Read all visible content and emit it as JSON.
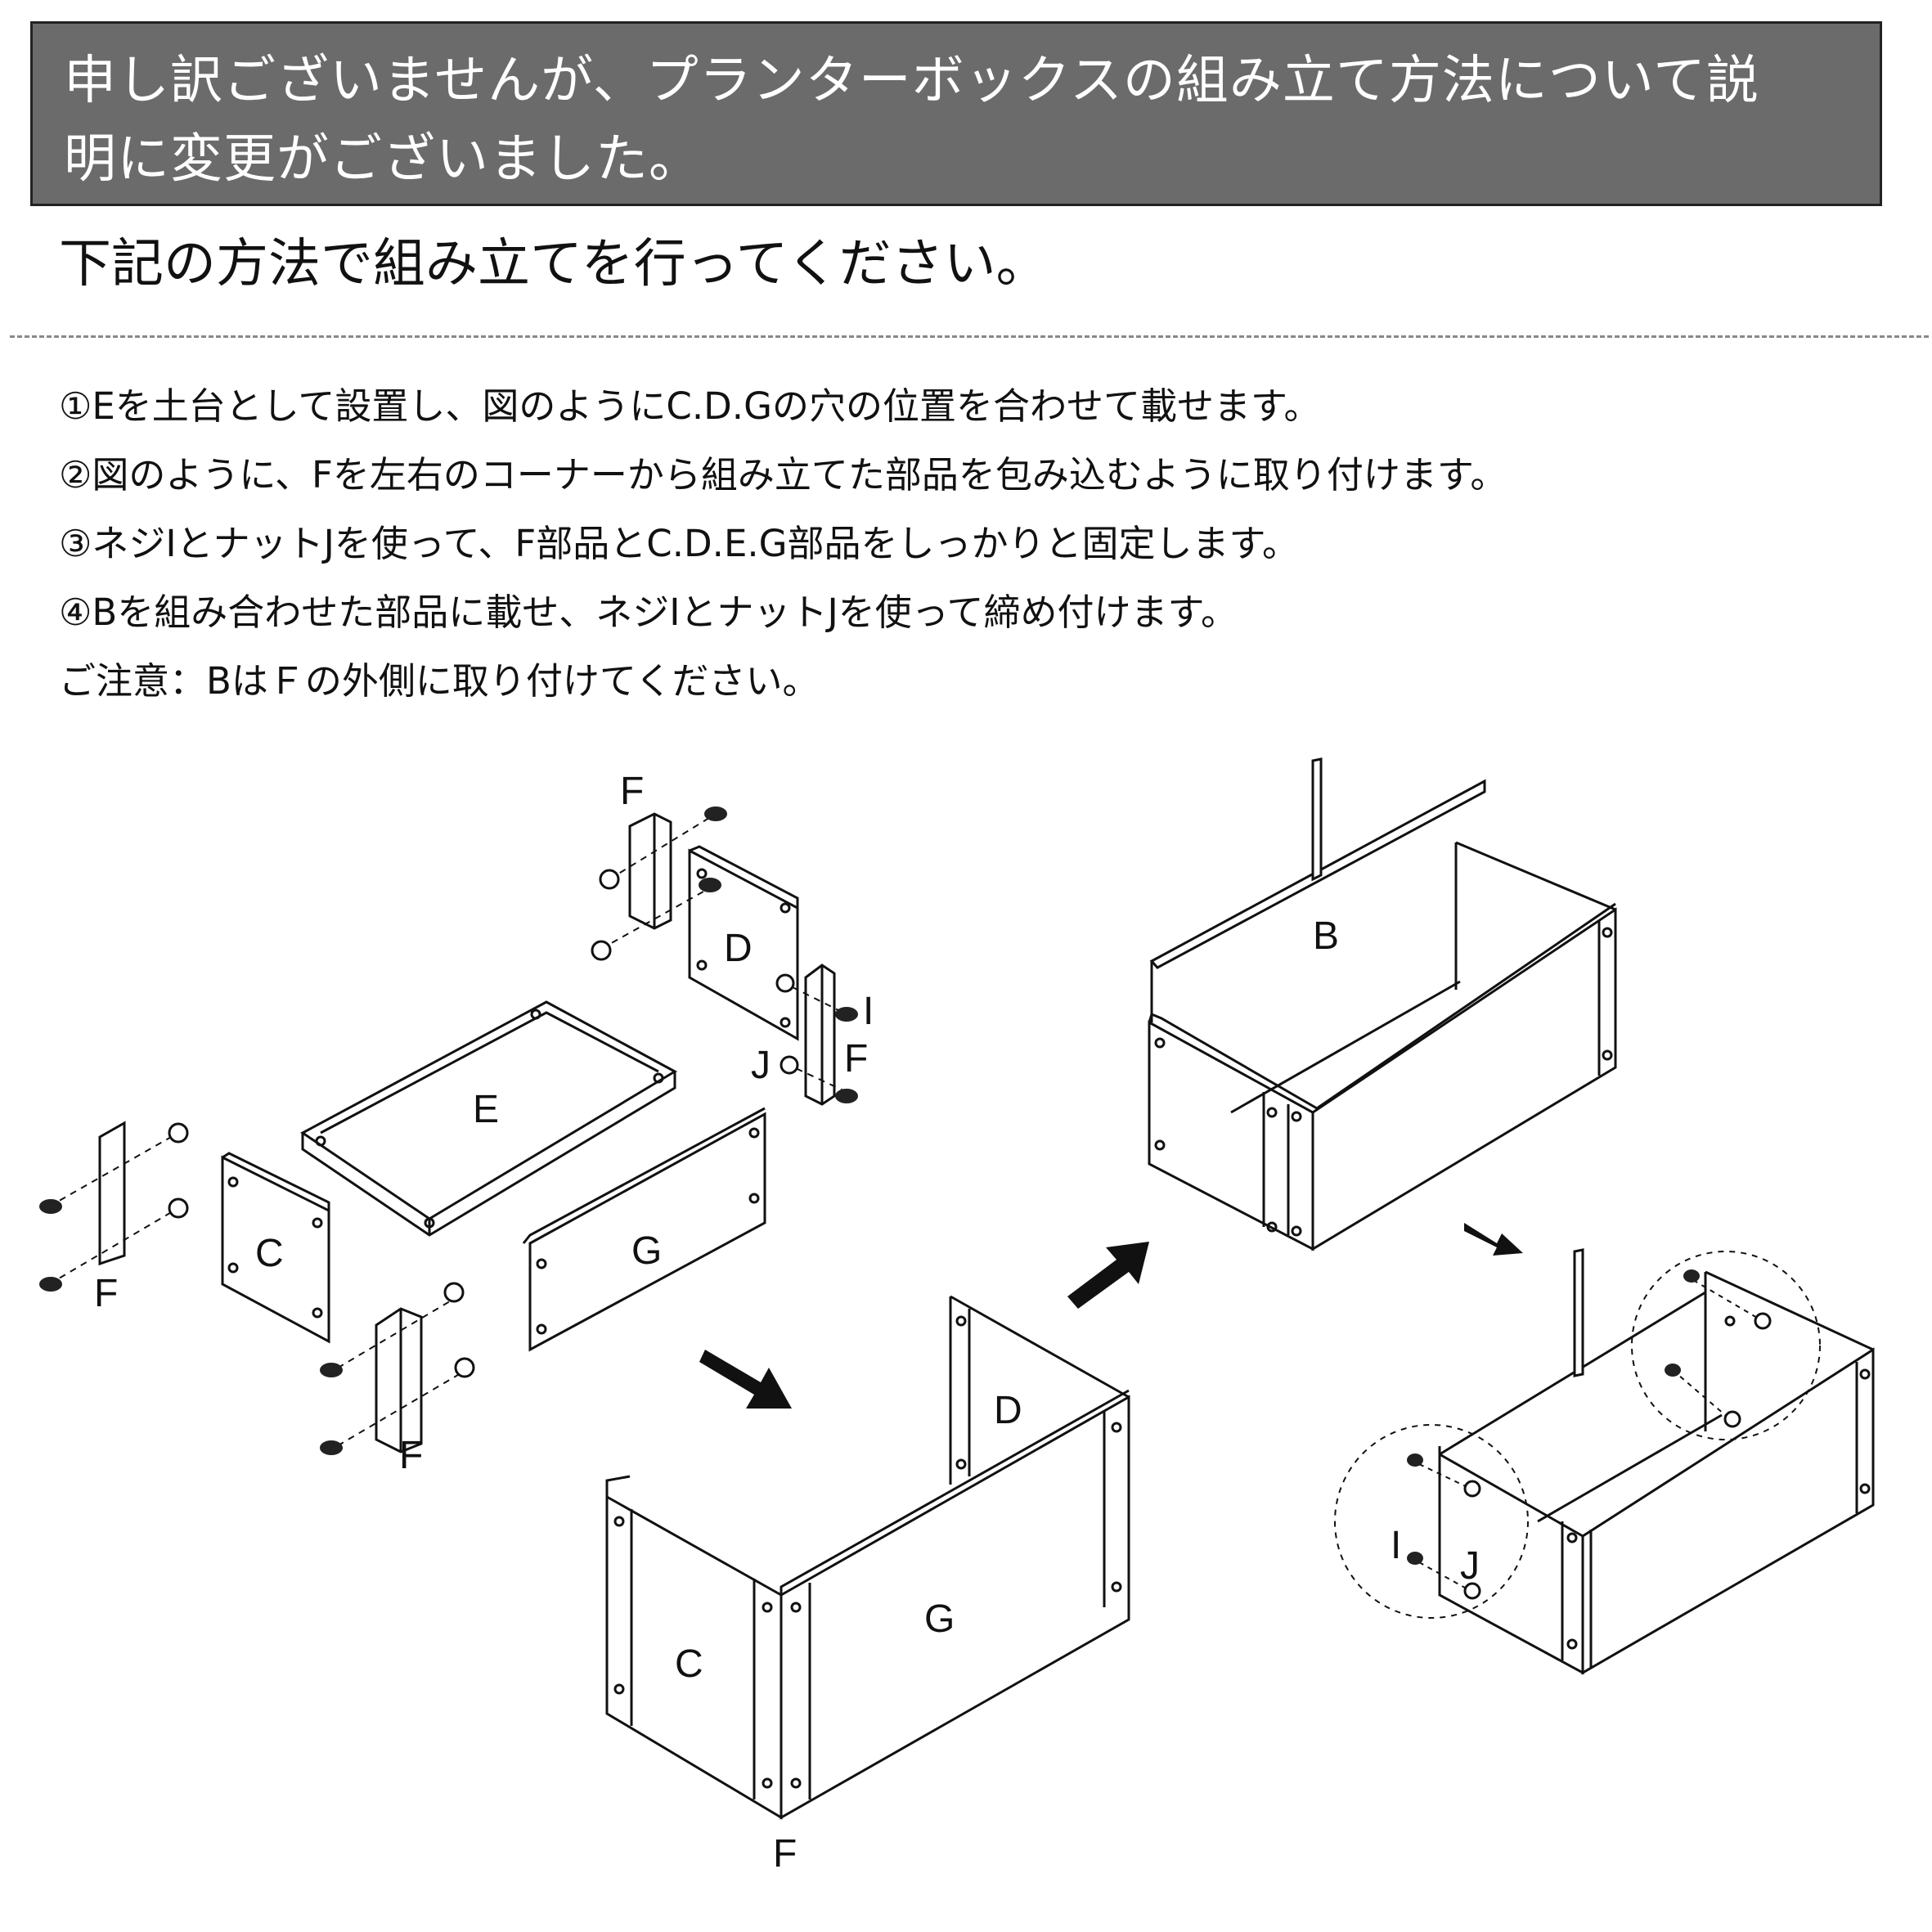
{
  "notice": {
    "line1": "申し訳ございませんが、プランターボックスの組み立て方法について説",
    "line2": "明に変更がございました。"
  },
  "subhead": "下記の方法で組み立てを行ってください。",
  "steps": [
    "①Eを土台として設置し、図のようにC.D.Gの穴の位置を合わせて載せます。",
    "②図のように、Fを左右のコーナーから組み立てた部品を包み込むように取り付けます。",
    "③ネジIとナットJを使って、F部品とC.D.E.G部品をしっかりと固定します。",
    "④Bを組み合わせた部品に載せ、ネジIとナットJを使って締め付けます。"
  ],
  "caution": "ご注意：BはＦの外側に取り付けてください。",
  "diagram": {
    "labels": {
      "F": "F",
      "D": "D",
      "E": "E",
      "C": "C",
      "G": "G",
      "B": "B",
      "I": "I",
      "J": "J"
    }
  }
}
